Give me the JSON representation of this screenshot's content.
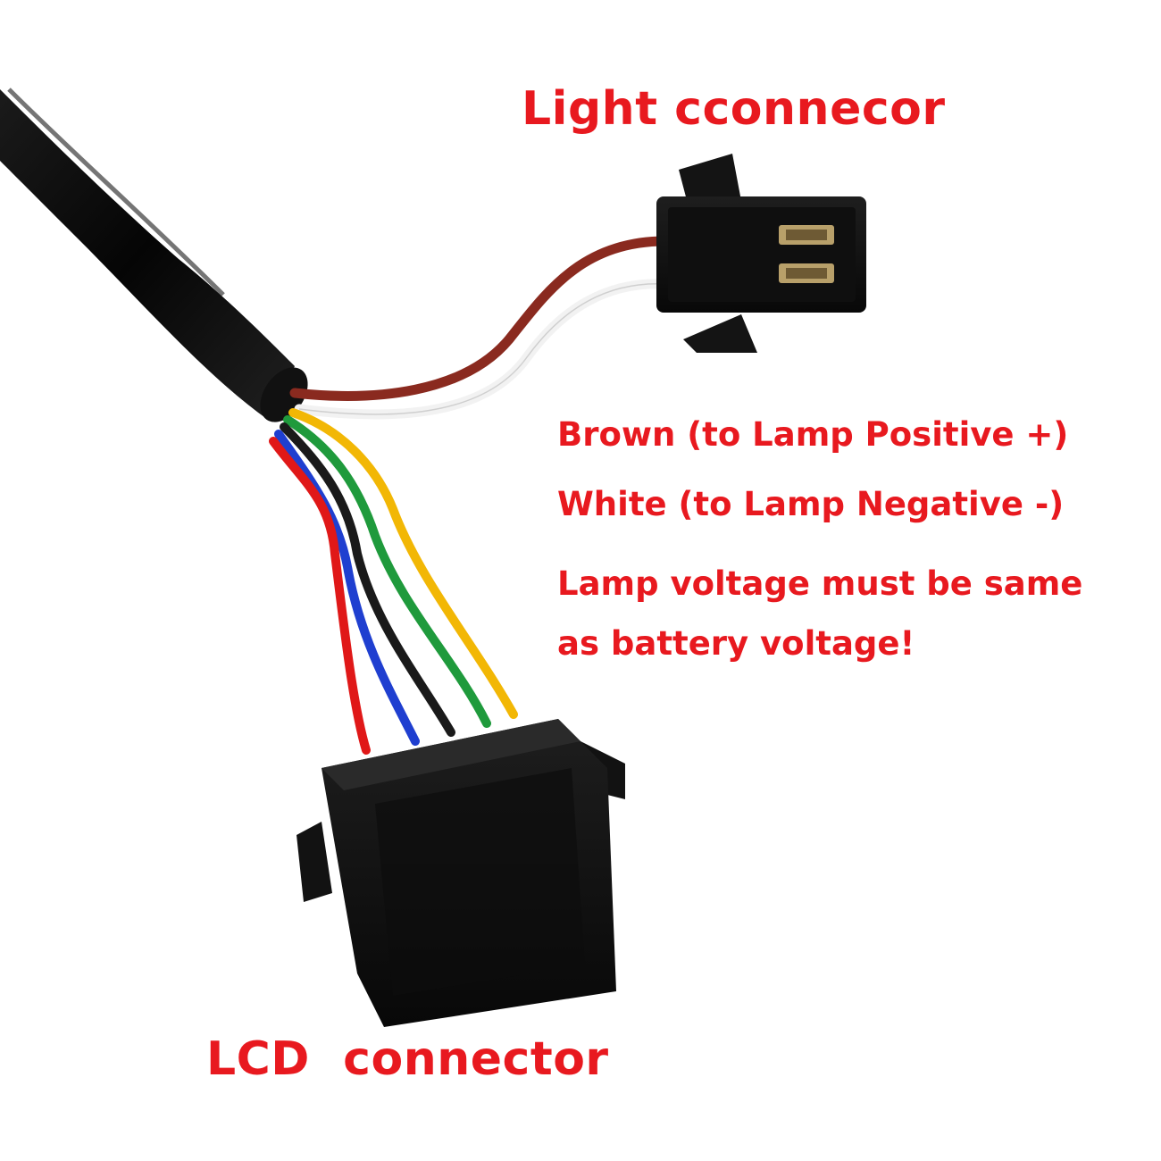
{
  "labels": {
    "light_connector_title": "Light cconnecor",
    "lcd_connector_title": "LCD  connector",
    "brown_wire_note": "Brown (to Lamp Positive +)",
    "white_wire_note": "White (to Lamp Negative -)",
    "voltage_warning_line1": "Lamp voltage must be same",
    "voltage_warning_line2": "as battery voltage!"
  },
  "colors": {
    "label_text": "#e8191f",
    "background": "#ffffff",
    "cable_jacket": "#0c0c0c",
    "wire_brown": "#8a2a1f",
    "wire_white": "#f4f4f4",
    "wire_yellow": "#f2b705",
    "wire_green": "#1f9a3c",
    "wire_black": "#1a1a1a",
    "wire_blue": "#1f3fd0",
    "wire_red": "#e01818",
    "connector_body": "#111111",
    "pin_metal": "#b8a06a"
  }
}
